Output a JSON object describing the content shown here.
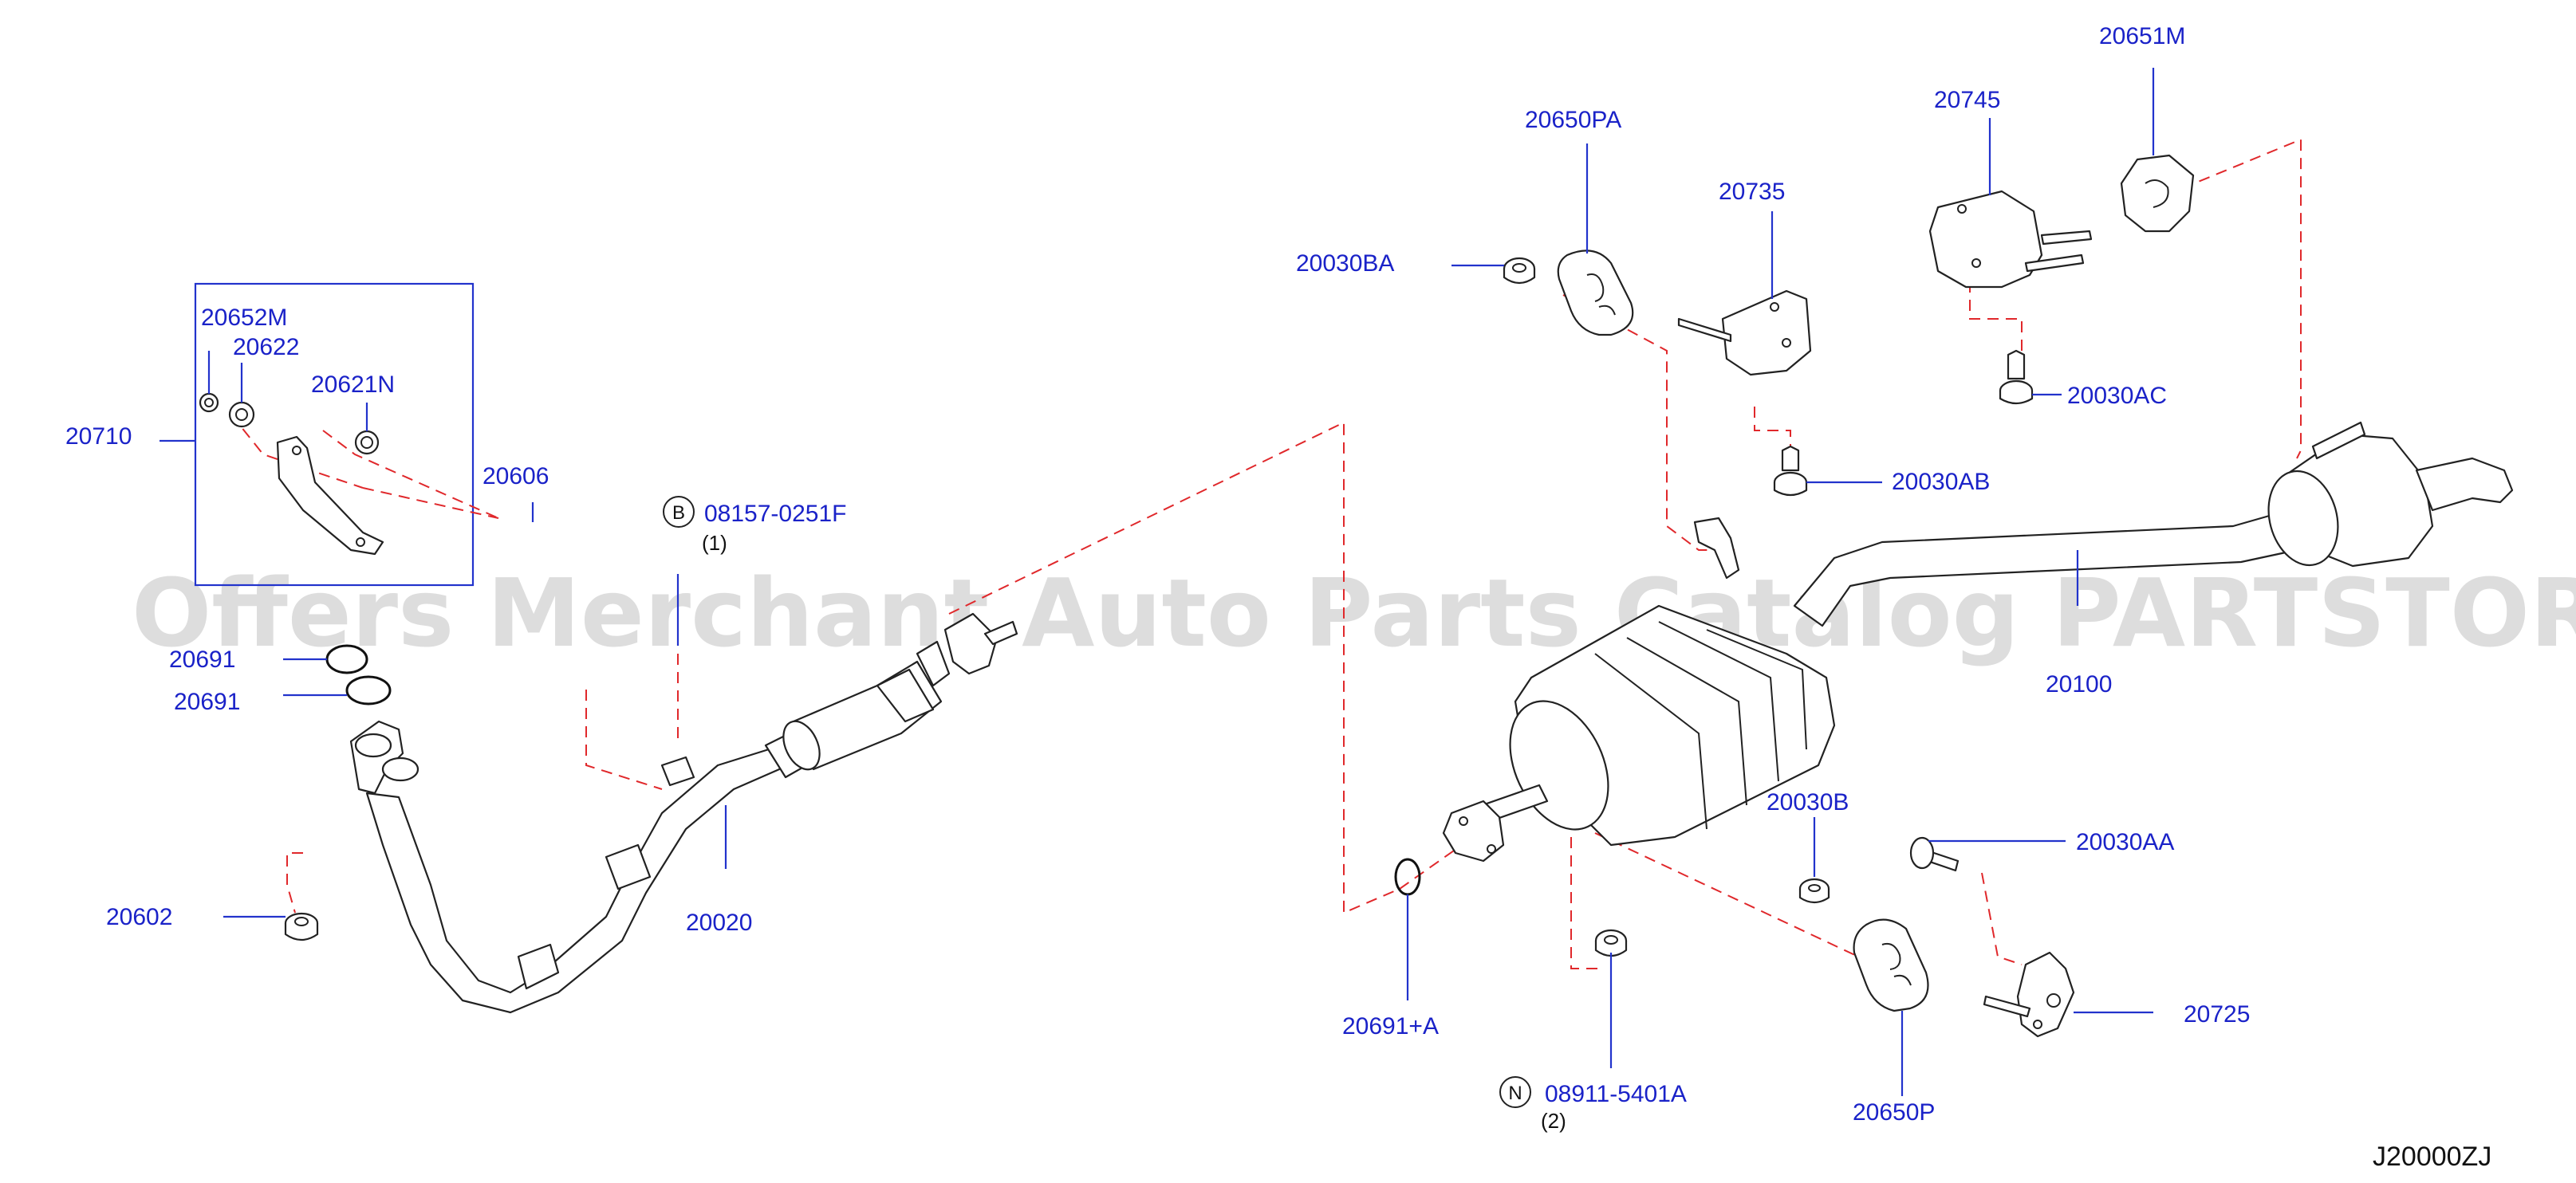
{
  "diagram_code": "J20000ZJ",
  "watermark": "Offers Merchant Auto Parts Catalog PARTSTORE.SA",
  "labels": {
    "p20652M": "20652M",
    "p20622": "20622",
    "p20621N": "20621N",
    "p20710": "20710",
    "p20606": "20606",
    "p20691a": "20691",
    "p20691b": "20691",
    "p20602": "20602",
    "p20020": "20020",
    "p08157": "08157-0251F",
    "p08157_qty": "(1)",
    "p08157_circle": "B",
    "p20650PA": "20650PA",
    "p20735": "20735",
    "p20745": "20745",
    "p20651M": "20651M",
    "p20030BA": "20030BA",
    "p20030AC": "20030AC",
    "p20030AB": "20030AB",
    "p20100": "20100",
    "p20030B": "20030B",
    "p20030AA": "20030AA",
    "p20725": "20725",
    "p20691A": "20691+A",
    "p08911": "08911-5401A",
    "p08911_qty": "(2)",
    "p08911_circle": "N",
    "p20650P": "20650P"
  },
  "colors": {
    "label": "#1a22c8",
    "leader": "#2233cc",
    "dashed_guide": "#e0282b",
    "parts": "#222222"
  }
}
